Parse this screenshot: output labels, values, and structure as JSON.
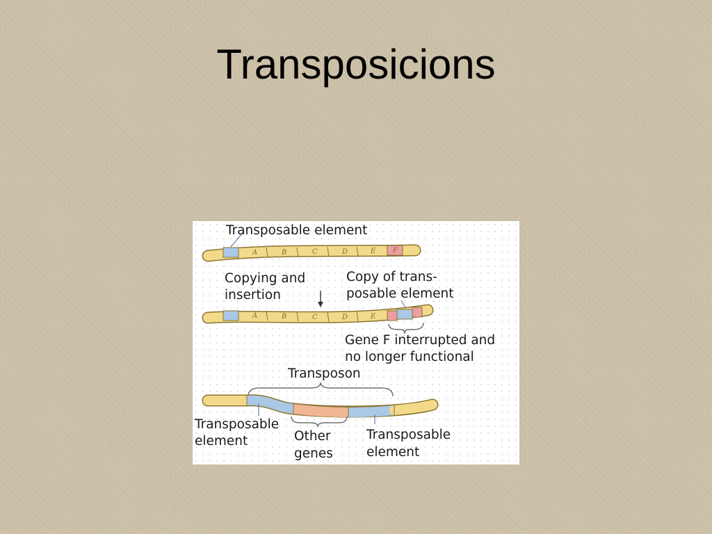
{
  "slide": {
    "title": "Transposicions"
  },
  "diagram": {
    "label_transposable_element": "Transposable element",
    "label_copying": [
      "Copying and",
      "insertion"
    ],
    "label_copy": [
      "Copy of trans-",
      "posable element"
    ],
    "label_gene_f": [
      "Gene F interrupted and",
      "no longer functional"
    ],
    "label_transposon": "Transposon",
    "label_te_left": [
      "Transposable",
      "element"
    ],
    "label_other_genes": [
      "Other",
      "genes"
    ],
    "label_te_right": [
      "Transposable",
      "element"
    ],
    "gene_letters": [
      "A",
      "B",
      "C",
      "D",
      "E",
      "F"
    ],
    "colors": {
      "chromosome": "#f3d98a",
      "transposable_element": "#a9c9e6",
      "gene_f": "#ec9f9f",
      "other_genes": "#f0b795",
      "outline": "#8a7430"
    }
  }
}
